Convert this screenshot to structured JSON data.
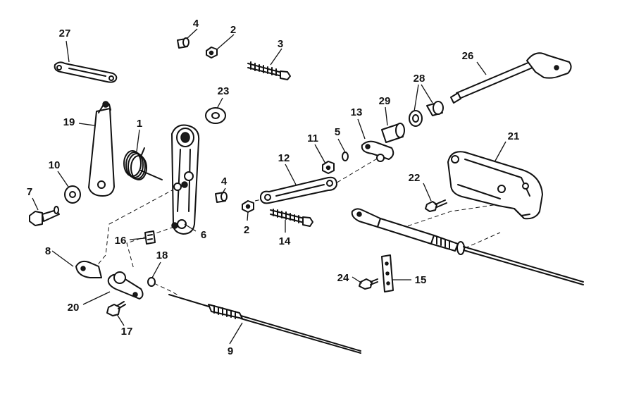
{
  "callouts": {
    "c1": "1",
    "c2a": "2",
    "c2b": "2",
    "c3": "3",
    "c4a": "4",
    "c4b": "4",
    "c5": "5",
    "c6": "6",
    "c7": "7",
    "c8": "8",
    "c9": "9",
    "c10": "10",
    "c11": "11",
    "c12": "12",
    "c13": "13",
    "c14": "14",
    "c15": "15",
    "c16": "16",
    "c17": "17",
    "c18": "18",
    "c19": "19",
    "c20": "20",
    "c21": "21",
    "c22": "22",
    "c23": "23",
    "c24": "24",
    "c26": "26",
    "c27": "27",
    "c28": "28",
    "c29": "29"
  }
}
